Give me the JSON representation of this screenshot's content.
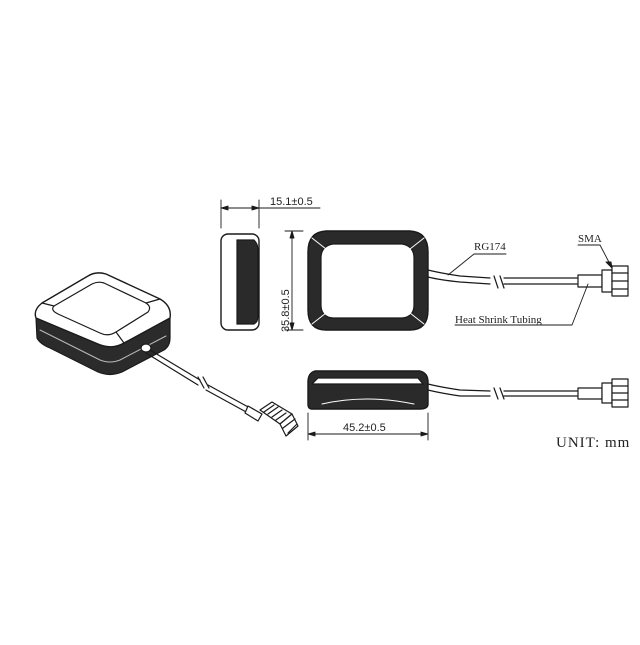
{
  "labels": {
    "thickness": "15.1±0.5",
    "height": "35.8±0.5",
    "width": "45.2±0.5",
    "cable": "RG174",
    "connector": "SMA",
    "tubing": "Heat Shrink Tubing",
    "unit": "UNIT: mm"
  },
  "colors": {
    "line": "#1a1a1a",
    "fill": "#ffffff",
    "dark": "#262626"
  }
}
